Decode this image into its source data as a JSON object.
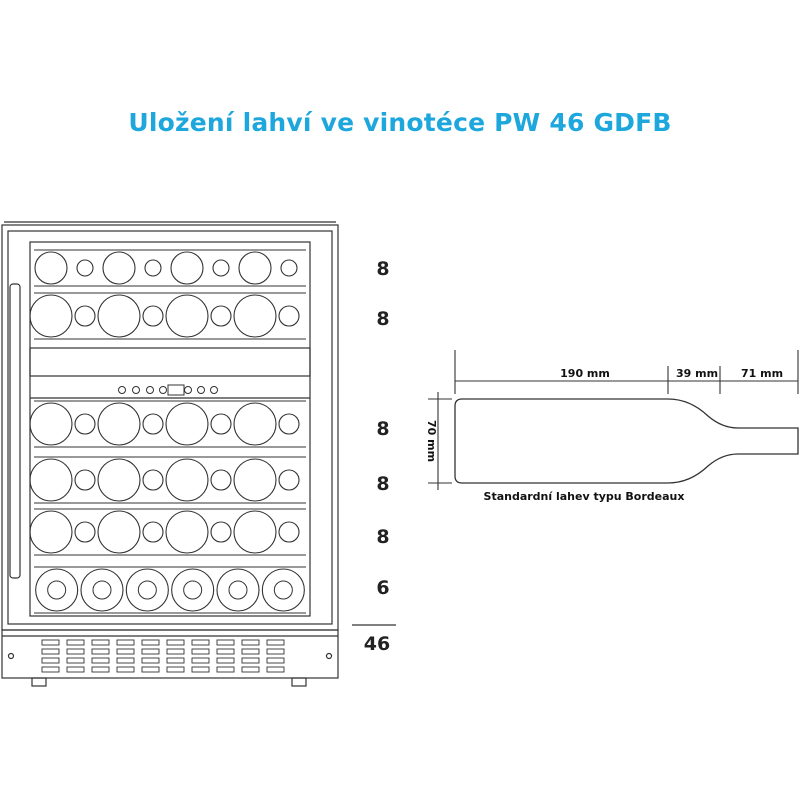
{
  "title": "Uložení lahví ve vinotéce PW 46 GDFB",
  "shelves": [
    {
      "count": "8",
      "circles": [
        "L",
        "s",
        "L",
        "s",
        "L",
        "s",
        "L",
        "s"
      ]
    },
    {
      "count": "8",
      "circles": [
        "L",
        "s",
        "L",
        "s",
        "L",
        "s",
        "L",
        "s"
      ]
    },
    {
      "count": "8",
      "circles": [
        "L",
        "s",
        "L",
        "s",
        "L",
        "s",
        "L",
        "s"
      ]
    },
    {
      "count": "8",
      "circles": [
        "L",
        "s",
        "L",
        "s",
        "L",
        "s",
        "L",
        "s"
      ]
    },
    {
      "count": "8",
      "circles": [
        "L",
        "s",
        "L",
        "s",
        "L",
        "s",
        "L",
        "s"
      ]
    },
    {
      "count": "6",
      "circles": [
        "L",
        "L",
        "L",
        "L",
        "L",
        "L"
      ]
    }
  ],
  "total": "46",
  "bottle": {
    "caption": "Standardní lahev typu Bordeaux",
    "dim_body": "190 mm",
    "dim_shoulder": "39 mm",
    "dim_neck": "71 mm",
    "dim_height": "70 mm"
  },
  "colors": {
    "title": "#1ea7dd",
    "line": "#333333"
  }
}
